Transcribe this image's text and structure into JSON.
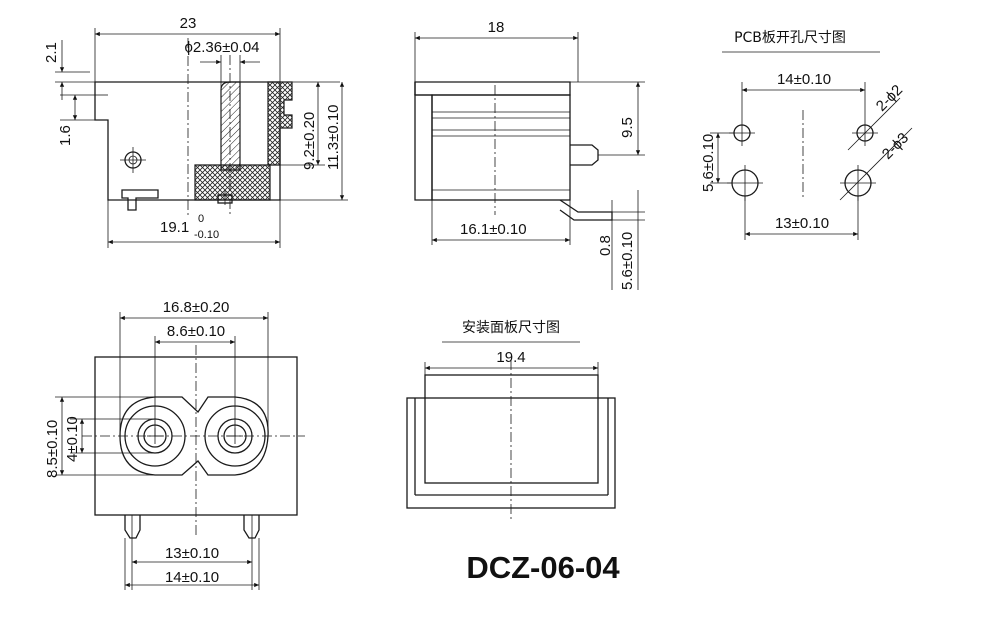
{
  "title": "DCZ-06-04",
  "side_view": {
    "width": "23",
    "pin_dia": "ϕ2.36±0.04",
    "top_offset": "2.1",
    "step": "1.6",
    "pin_height": "9.2±0.20",
    "total_height": "11.3±0.10",
    "depth_main": "19.1",
    "depth_tol_upper": "0",
    "depth_tol_lower": "-0.10"
  },
  "front_view": {
    "width": "18",
    "height": "9.5",
    "depth": "16.1±0.10",
    "pin_offset": "0.8",
    "pin_length": "5.6±0.10"
  },
  "pcb_layout": {
    "caption": "PCB板开孔尺寸图",
    "top_spacing": "14±0.10",
    "vertical_spacing": "5.6±0.10",
    "bottom_spacing": "13±0.10",
    "small_holes": "2-ϕ2",
    "large_holes": "2-ϕ3"
  },
  "face_view": {
    "outer_width": "16.8±0.20",
    "pin_spacing": "8.6±0.10",
    "outer_height": "8.5±0.10",
    "inner_height": "4±0.10",
    "leg_spacing_inner": "13±0.10",
    "leg_spacing_outer": "14±0.10"
  },
  "panel_cutout": {
    "caption": "安装面板尺寸图",
    "width": "19.4"
  }
}
